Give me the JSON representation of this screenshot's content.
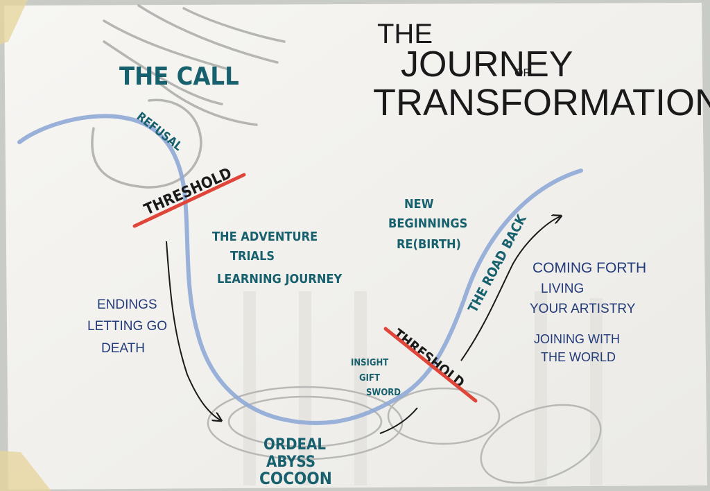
{
  "title": {
    "line1": "THE",
    "line2": "JOURNEY",
    "line2_small": "OF",
    "line3": "TRANSFORMATION"
  },
  "labels": {
    "the_call": "THE CALL",
    "refusal": "REFUSAL",
    "threshold_top": "THRESHOLD",
    "threshold_bottom": "THRESHOLD",
    "adventure": [
      "THE ADVENTURE",
      "TRIALS",
      "LEARNING JOURNEY"
    ],
    "endings": [
      "ENDINGS",
      "LETTING GO",
      "DEATH"
    ],
    "ordeal": [
      "ORDEAL",
      "ABYSS",
      "COCOON"
    ],
    "insight": [
      "INSIGHT",
      "GIFT",
      "SWORD"
    ],
    "new_beginnings": [
      "NEW",
      "BEGINNINGS",
      "RE(BIRTH)"
    ],
    "road_back": "THE ROAD BACK",
    "coming_forth": [
      "COMING FORTH",
      "LIVING",
      "YOUR ARTISTRY",
      "JOINING WITH",
      "THE WORLD"
    ]
  },
  "colors": {
    "paper": "#f2f1ee",
    "wall": "#c9cbc6",
    "teal_ink": "#17606e",
    "navy_ink": "#243b7a",
    "black_ink": "#1a1a1a",
    "red_strike": "#e0453a",
    "blue_path": "#8fa9d6",
    "grey_pencil": "#b8b8b6",
    "tape": "#e6d49a"
  }
}
